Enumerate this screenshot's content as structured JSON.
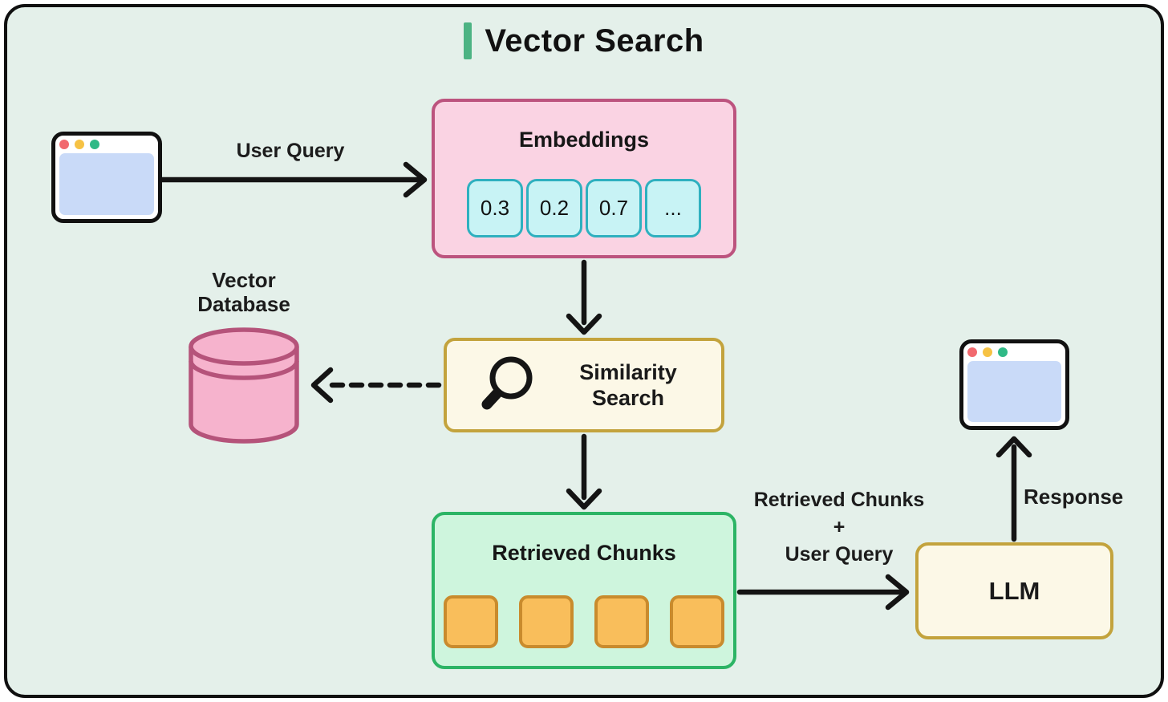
{
  "title": "Vector Search",
  "colors": {
    "background": "#e4f0ea",
    "frame_border": "#101010",
    "title_accent": "#4cb383",
    "embeddings_fill": "#fad3e3",
    "embeddings_border": "#bc537e",
    "vector_cell_fill": "#c8f3f5",
    "vector_cell_border": "#2eb0bf",
    "cream_fill": "#fcf8e7",
    "cream_border": "#c3a33d",
    "chunks_fill": "#cef5dd",
    "chunks_border": "#2cb465",
    "chunk_square_fill": "#f9be5b",
    "chunk_square_border": "#c98b2d",
    "database_fill": "#f6b3cd",
    "database_border": "#b5537a",
    "browser_content": "#c9daf8",
    "dot_red": "#f1696e",
    "dot_yellow": "#f6c244",
    "dot_green": "#2fb986",
    "arrow": "#141414"
  },
  "nodes": {
    "embeddings": {
      "label": "Embeddings",
      "cells": [
        "0.3",
        "0.2",
        "0.7",
        "..."
      ]
    },
    "similarity_search": {
      "line1": "Similarity",
      "line2": "Search"
    },
    "retrieved_chunks": {
      "label": "Retrieved Chunks",
      "square_count": 4
    },
    "llm": {
      "label": "LLM"
    },
    "vector_database": {
      "line1": "Vector",
      "line2": "Database"
    }
  },
  "edges": {
    "user_query": {
      "label": "User Query"
    },
    "chunks_to_llm": {
      "line1": "Retrieved Chunks",
      "line2": "+",
      "line3": "User Query"
    },
    "response": {
      "label": "Response"
    }
  }
}
